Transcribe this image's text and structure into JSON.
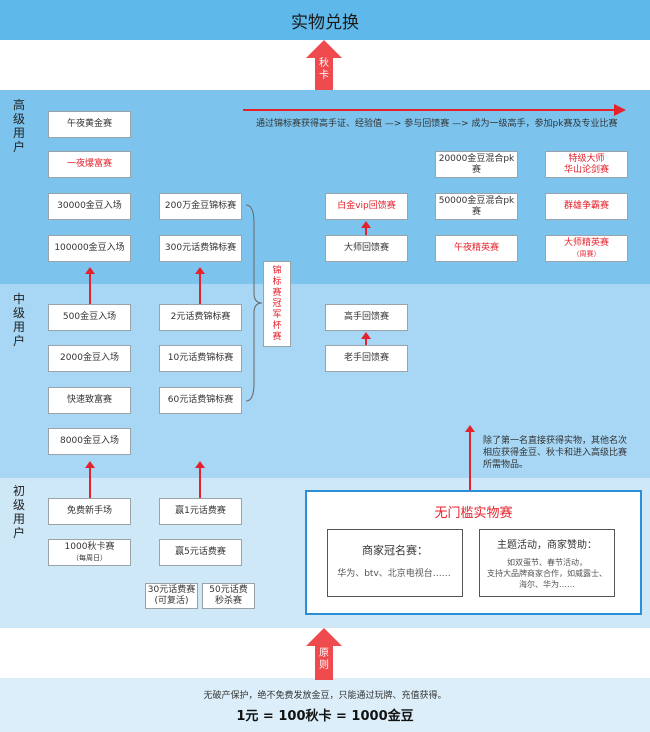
{
  "header": {
    "title": "实物兑换"
  },
  "arrows": {
    "top_label": "秋卡",
    "bottom_label": "原则"
  },
  "tiers": {
    "high": "高级用户",
    "mid": "中级用户",
    "low": "初级用户"
  },
  "high_note": "通过锦标赛获得高手证、经验值 —> 参与回馈赛 —> 成为一级高手，参加pk赛及专业比赛",
  "mid_note": "除了第一名直接获得实物，其他名次相应获得金豆、秋卡和进入高级比赛所需物品。",
  "col1": {
    "b1": "午夜黄金赛",
    "b2": "一夜爆富赛",
    "b3": "30000金豆入场",
    "b4": "100000金豆入场",
    "b5": "500金豆入场",
    "b6": "2000金豆入场",
    "b7": "快速致富赛",
    "b8": "8000金豆入场",
    "b9": "免费新手场",
    "b10": "1000秋卡赛",
    "b10_sub": "（每周日）"
  },
  "col2": {
    "b1": "200万金豆锦标赛",
    "b2": "300元话费锦标赛",
    "b3": "2元话费锦标赛",
    "b4": "10元话费锦标赛",
    "b5": "60元话费锦标赛",
    "b6": "赢1元话费赛",
    "b7": "赢5元话费赛",
    "b8a": "30元话费赛",
    "b8a_sub": "(可复活)",
    "b8b": "50元话费",
    "b8b_sub": "秒杀赛"
  },
  "champion": "锦标赛冠军杯赛",
  "col3": {
    "b1": "白金vip回馈赛",
    "b2": "大师回馈赛",
    "b3": "高手回馈赛",
    "b4": "老手回馈赛"
  },
  "col4": {
    "b1": "20000金豆混合pk赛",
    "b2": "50000金豆混合pk赛",
    "b3": "午夜精英赛"
  },
  "col5": {
    "b1a": "特级大师",
    "b1b": "华山论剑赛",
    "b2": "群雄争霸赛",
    "b3": "大师精英赛",
    "b3_sub": "（周赛）"
  },
  "bigbox": {
    "title": "无门槛实物赛",
    "left_title": "商家冠名赛：",
    "left_text": "华为、btv、北京电视台……",
    "right_title": "主题活动，商家赞助：",
    "right_text1": "如双蛋节、春节活动，",
    "right_text2": "支持大品牌商家合作，如威露士、",
    "right_text3": "海尔、华为……"
  },
  "bottom": {
    "line1": "无破产保护，绝不免费发放金豆，只能通过玩牌、充值获得。",
    "line2": "1元 = 100秋卡 = 1000金豆"
  },
  "colors": {
    "header": "#5fb8ea",
    "accent": "#e5222c",
    "box_border": "#2a8fd8"
  }
}
